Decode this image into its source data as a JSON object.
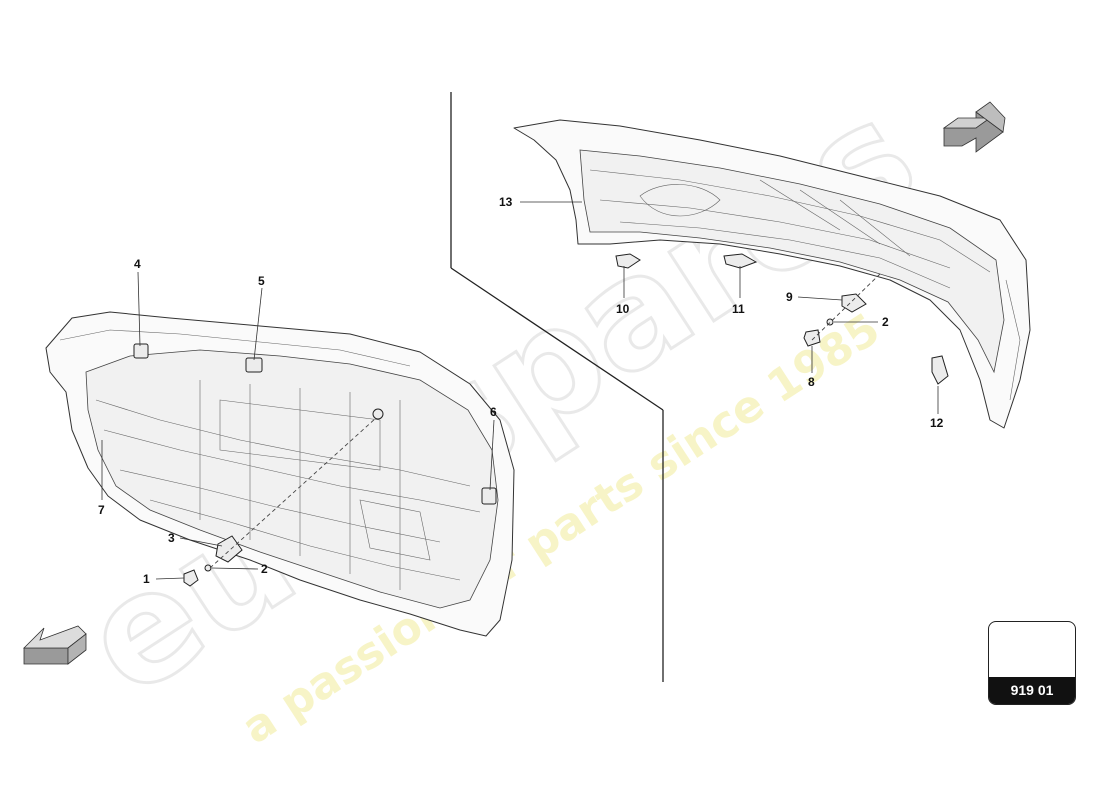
{
  "watermark": {
    "brand": "eurospares",
    "tagline": "a passion for parts since 1985"
  },
  "reference": {
    "code": "919 01"
  },
  "callouts": {
    "c1": "1",
    "c2a": "2",
    "c3": "3",
    "c4": "4",
    "c5": "5",
    "c6": "6",
    "c7": "7",
    "c8": "8",
    "c9": "9",
    "c10": "10",
    "c11": "11",
    "c2b": "2",
    "c12": "12",
    "c13": "13"
  },
  "colors": {
    "line": "#333333",
    "fill": "#fafafa",
    "arrow": "#8a8a8a",
    "label_bg": "#111111"
  },
  "icons": {
    "top_arrow": "direction-arrow-icon",
    "bottom_arrow": "direction-arrow-icon"
  }
}
